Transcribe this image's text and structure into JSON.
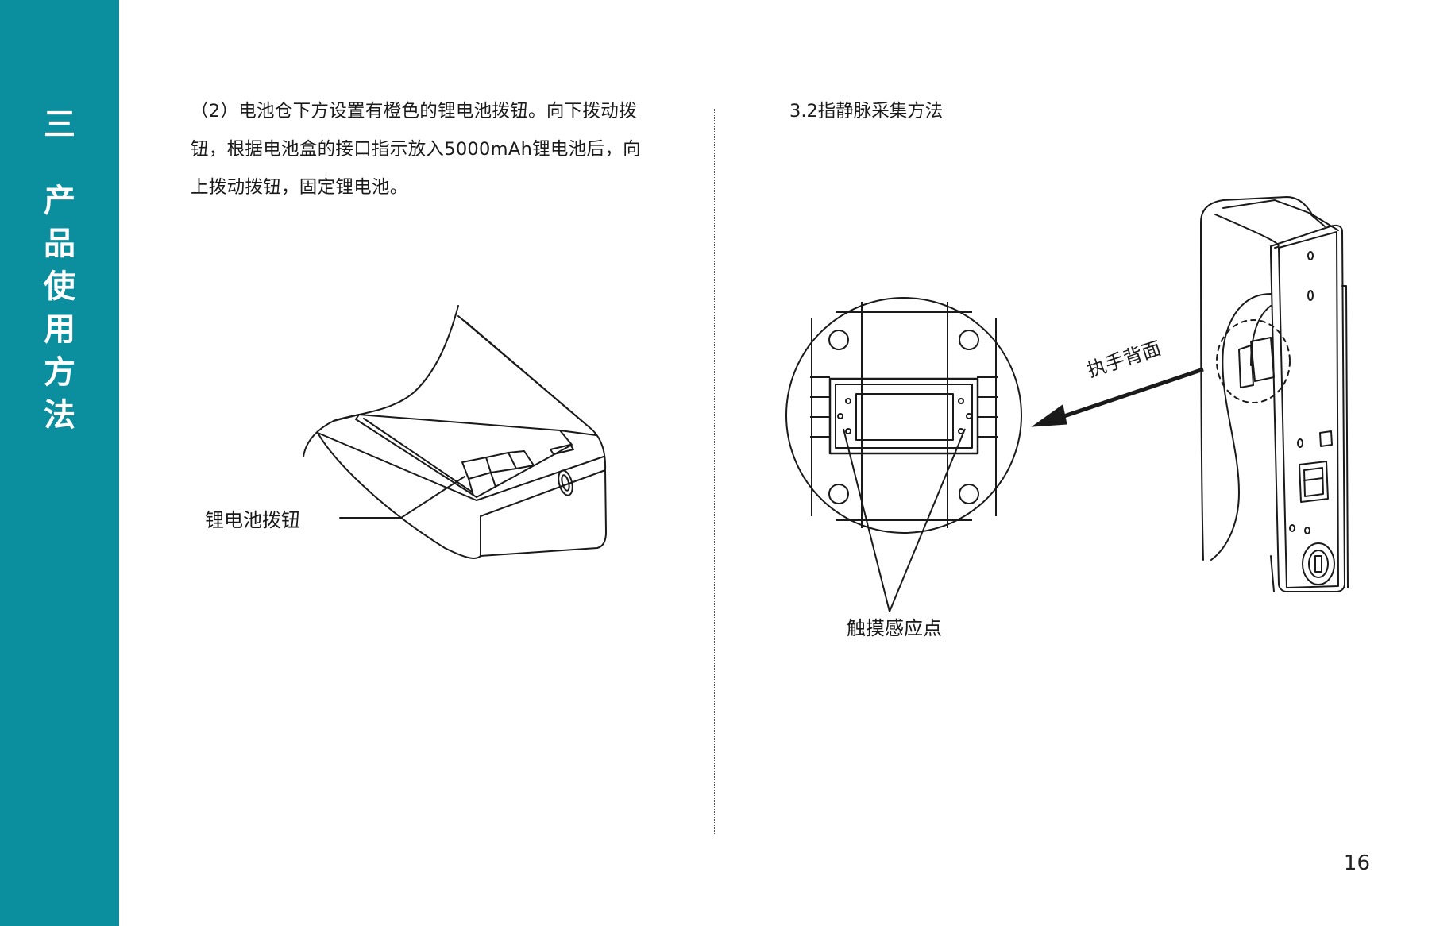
{
  "sidebar": {
    "chapter_number": "三",
    "chapter_title_chars": [
      "产",
      "品",
      "使",
      "用",
      "方",
      "法"
    ]
  },
  "left_section": {
    "paragraph_lines": [
      "（2）电池仓下方设置有橙色的锂电池拨钮。向下拨动拨",
      "钮，根据电池盒的接口指示放入5000mAh锂电池后，向",
      "上拨动拨钮，固定锂电池。"
    ],
    "figure_label": "锂电池拨钮"
  },
  "right_section": {
    "title": "3.2指静脉采集方法",
    "back_label": "执手背面",
    "touch_label": "触摸感应点"
  },
  "page_number": "16",
  "colors": {
    "sidebar": "#0b8f9e",
    "text": "#1a1a1a",
    "line_art": "#1a1a1a"
  }
}
